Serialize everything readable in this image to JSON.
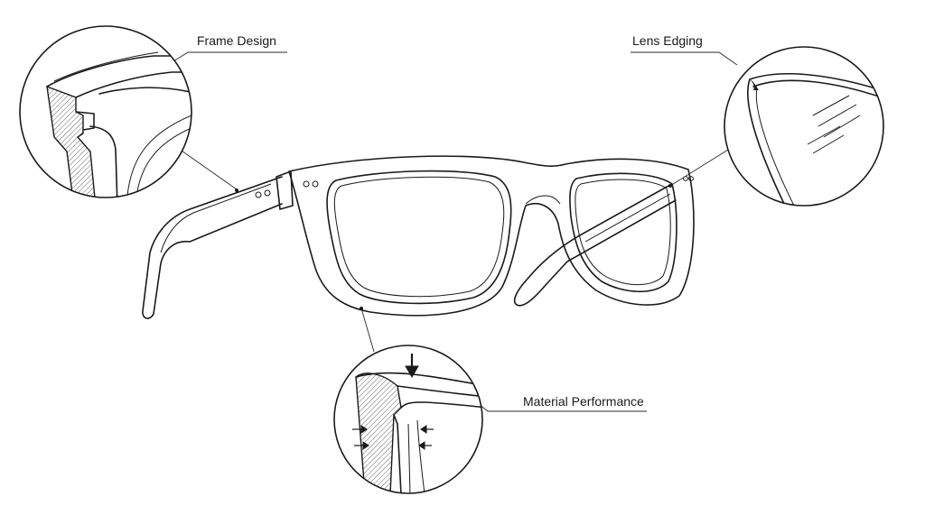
{
  "callouts": {
    "frame_design": "Frame Design",
    "lens_edging": "Lens Edging",
    "material_performance": "Material Performance"
  },
  "colors": {
    "ink": "#1a1a1a",
    "background": "#ffffff",
    "hatch": "#555555"
  }
}
